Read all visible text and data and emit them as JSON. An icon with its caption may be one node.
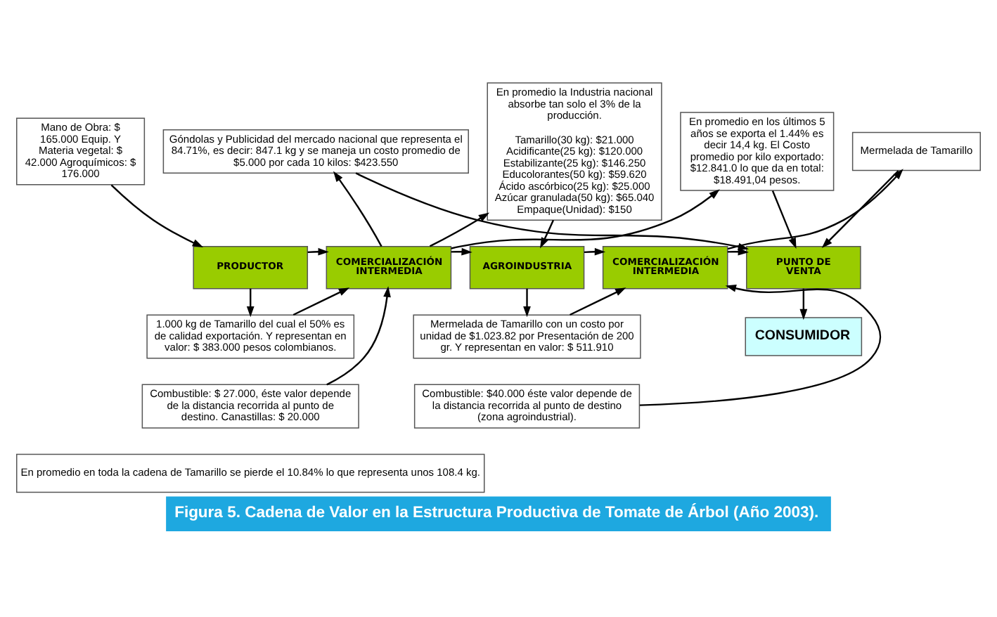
{
  "diagram": {
    "caption": "Figura 5. Cadena de Valor en la Estructura Productiva de Tomate de Árbol (Año 2003).",
    "nodes": [
      {
        "text": [
          "Mano de Obra: $ 165.000 Equip. Y Materia vegetal: $ 42.000 Agroquímicos: $ 176.000"
        ]
      },
      {
        "text": [
          "PRODUCTOR"
        ]
      },
      {
        "text": [
          "COMERCIALIZACIÓN INTERMEDIA"
        ]
      },
      {
        "text": [
          "AGROINDUSTRIA"
        ]
      },
      {
        "text": [
          "COMERCIALIZACIÓN INTERMEDIA"
        ]
      },
      {
        "text": [
          "PUNTO DE VENTA"
        ]
      },
      {
        "text": [
          "CONSUMIDOR"
        ]
      },
      {
        "text": [
          "Góndolas y Publicidad del mercado nacional que representa el 84.71%, es decir: 847.1 kg y se maneja un costo promedio de $5.000 por cada 10 kilos: $423.550"
        ]
      },
      {
        "text": [
          "En promedio la Industria nacional absorbe tan solo el 3% de la producción.",
          "Tamarillo(30 kg): $21.000 Acidificante(25 kg): $120.000 Estabilizante(25 kg): $146.250 Educolorantes(50 kg): $59.620 Ácido ascórbico(25 kg): $25.000 Azúcar granulada(50 kg): $65.040 Empaque(Unidad): $150"
        ]
      },
      {
        "text": [
          "En promedio en los últimos 5 años se exporta el 1.44% es decir 14,4 kg. El Costo promedio por kilo exportado: $12.841.0 lo que da en total: $18.491,04 pesos."
        ]
      },
      {
        "text": [
          "Mermelada de Tamarillo"
        ]
      },
      {
        "text": [
          "1.000 kg de Tamarillo del cual el 50% es de calidad exportación. Y representan en valor: $ 383.000 pesos colombianos."
        ]
      },
      {
        "text": [
          "Combustible: $ 27.000, éste valor depende de la distancia recorrida al punto de destino. Canastillas: $ 20.000"
        ]
      },
      {
        "text": [
          "Mermelada de Tamarillo con un costo por unidad de $1.023.82 por Presentación de 200 gr. Y representan en valor: $ 511.910"
        ]
      },
      {
        "text": [
          "Combustible: $40.000 éste valor depende de la distancia recorrida al punto de destino (zona agroindustrial)."
        ]
      },
      {
        "text": [
          "En promedio en toda la cadena de Tamarillo se pierde el 10.84% lo que representa unos 108.4 kg."
        ]
      }
    ],
    "edges": [
      {
        "from": 0,
        "to": 1,
        "arrow": "to"
      },
      {
        "from": 1,
        "to": 2,
        "arrow": "to"
      },
      {
        "from": 2,
        "to": 3,
        "arrow": "to"
      },
      {
        "from": 3,
        "to": 4,
        "arrow": "to"
      },
      {
        "from": 4,
        "to": 5,
        "arrow": "to"
      },
      {
        "from": 5,
        "to": 6,
        "arrow": "to"
      },
      {
        "from": 1,
        "to": 11,
        "arrow": "to"
      },
      {
        "from": 11,
        "to": 2,
        "arrow": "to"
      },
      {
        "from": 12,
        "to": 2,
        "arrow": "to"
      },
      {
        "from": 2,
        "to": 7,
        "arrow": "to"
      },
      {
        "from": 2,
        "to": 9,
        "arrow": "to"
      },
      {
        "from": 2,
        "to": 8,
        "arrow": "to"
      },
      {
        "from": 8,
        "to": 3,
        "arrow": "to"
      },
      {
        "from": 3,
        "to": 13,
        "arrow": "to"
      },
      {
        "from": 13,
        "to": 4,
        "arrow": "to"
      },
      {
        "from": 14,
        "to": 4,
        "arrow": "to"
      },
      {
        "from": 4,
        "to": 10,
        "arrow": "to"
      },
      {
        "from": 10,
        "to": 5,
        "arrow": "to"
      },
      {
        "from": 9,
        "to": 5,
        "arrow": "to"
      },
      {
        "from": 7,
        "to": 5,
        "arrow": "to"
      }
    ]
  }
}
